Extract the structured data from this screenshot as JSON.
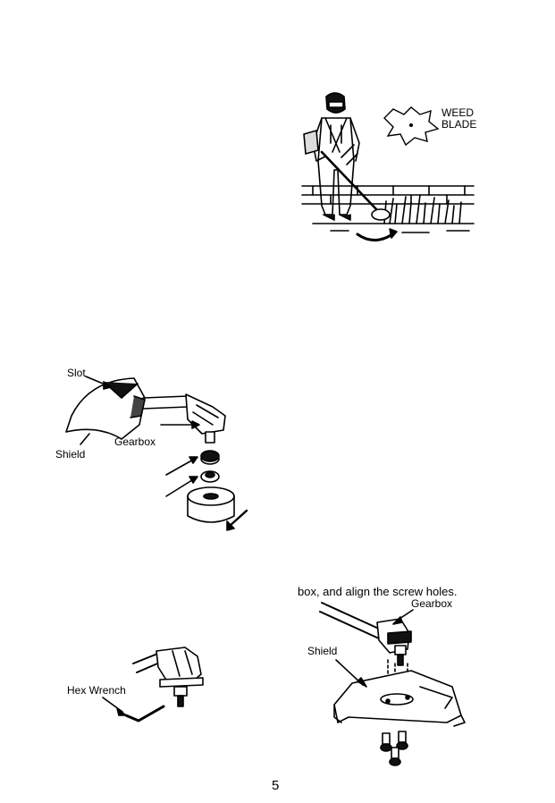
{
  "figure_weed_blade": {
    "label_line1": "WEED",
    "label_line2": "BLADE"
  },
  "figure_trimmer_head": {
    "slot_label": "Slot",
    "shield_label": "Shield",
    "gearbox_label": "Gearbox"
  },
  "figure_hex_wrench": {
    "label": "Hex Wrench"
  },
  "figure_shield_install": {
    "caption_fragment": "box, and align the screw holes.",
    "gearbox_label": "Gearbox",
    "shield_label": "Shield"
  },
  "footer": {
    "page_number": "5"
  }
}
